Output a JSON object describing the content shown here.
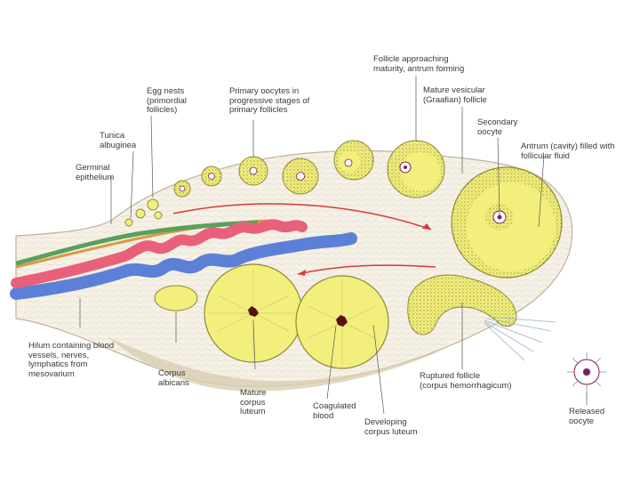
{
  "labels": {
    "egg_nests": "Egg nests\n(primordial\nfollicles)",
    "primary_oocytes": "Primary oocytes in\nprogressive stages of\nprimary follicles",
    "follicle_approaching": "Follicle approaching\nmaturity, antrum forming",
    "mature_vesicular": "Mature vesicular\n(Graafian) follicle",
    "secondary_oocyte": "Secondary\noocyte",
    "antrum": "Antrum (cavity) filled with\nfollicular fluid",
    "tunica_albuginea": "Tunica\nalbuginea",
    "germinal_epithelium": "Germinal\nepithelium",
    "hilum": "Hilum containing blood\nvessels, nerves,\nlymphatics from\nmesovarium",
    "corpus_albicans": "Corpus\nalbicans",
    "mature_corpus_luteum": "Mature\ncorpus\nluteum",
    "coagulated_blood": "Coagulated\nblood",
    "developing_corpus_luteum": "Developing\ncorpus luteum",
    "ruptured_follicle": "Ruptured follicle\n(corpus hemorrhagicum)",
    "released_oocyte": "Released\noocyte"
  },
  "colors": {
    "follicle_fill": "#f3ef7c",
    "follicle_dots": "#8d8a3a",
    "ovary_stroma": "#f6f1e6",
    "capsule": "#d9ceb2",
    "artery": "#e8607a",
    "vein": "#5c80d8",
    "nerve_green": "#5aa05a",
    "nerve_orange": "#d89a40",
    "arrow_red": "#d83a3a",
    "oocyte_purple": "#7a1e5a"
  }
}
